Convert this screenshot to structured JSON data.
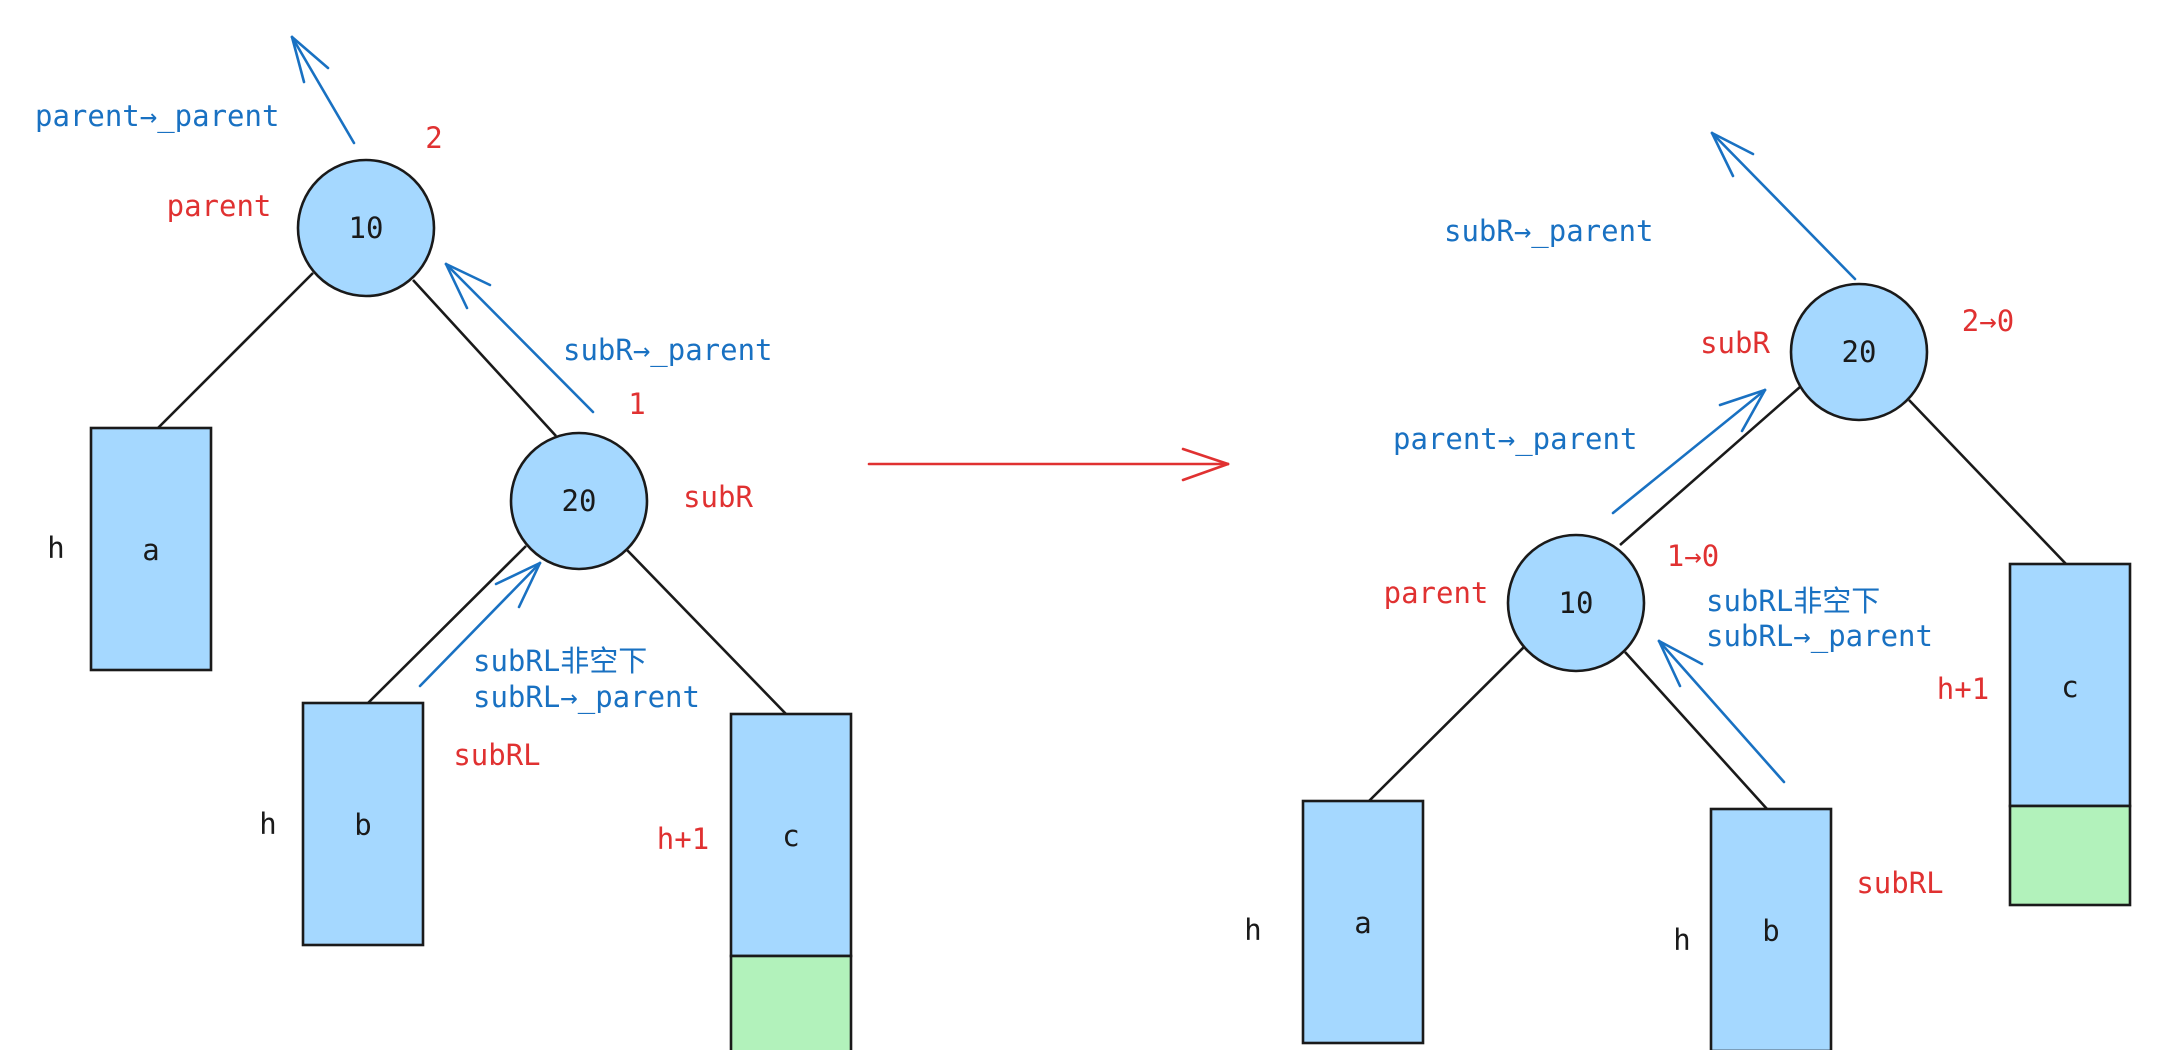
{
  "left_tree": {
    "node_parent": {
      "value": "10",
      "label": "parent",
      "balance": "2"
    },
    "node_subR": {
      "value": "20",
      "label": "subR",
      "balance": "1"
    },
    "box_a": {
      "name": "a",
      "height": "h"
    },
    "box_b": {
      "name": "b",
      "height": "h",
      "label": "subRL"
    },
    "box_c": {
      "name": "c",
      "height": "h+1"
    },
    "annotations": {
      "parent_parent": "parent→_parent",
      "subR_parent": "subR→_parent",
      "subRL_nonnull_line1": "subRL非空下",
      "subRL_nonnull_line2": "subRL→_parent"
    }
  },
  "right_tree": {
    "node_subR": {
      "value": "20",
      "label": "subR",
      "balance": "2→0"
    },
    "node_parent": {
      "value": "10",
      "label": "parent",
      "balance": "1→0"
    },
    "box_a": {
      "name": "a",
      "height": "h"
    },
    "box_b": {
      "name": "b",
      "height": "h",
      "label": "subRL"
    },
    "box_c": {
      "name": "c",
      "height": "h+1"
    },
    "annotations": {
      "subR_parent": "subR→_parent",
      "parent_parent": "parent→_parent",
      "subRL_nonnull_line1": "subRL非空下",
      "subRL_nonnull_line2": "subRL→_parent"
    }
  },
  "colors": {
    "node_fill": "#a5d8ff",
    "extra_level_fill": "#b2f2bb",
    "annotation_blue": "#1971c2",
    "annotation_red": "#e03131",
    "stroke": "#1a1a1a"
  }
}
